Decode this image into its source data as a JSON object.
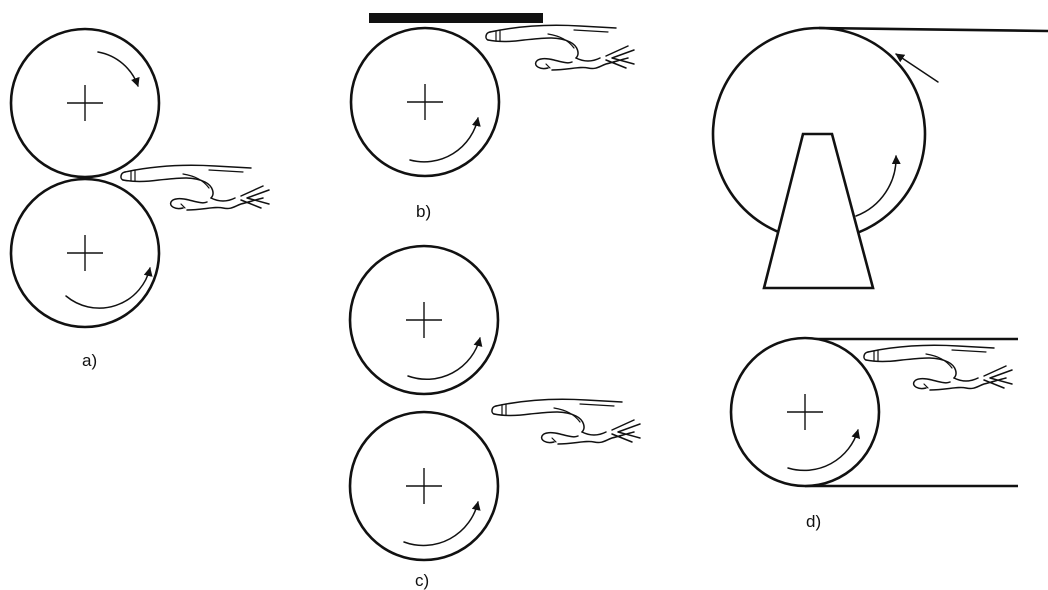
{
  "figures": [
    {
      "label": "a)"
    },
    {
      "label": "b)"
    },
    {
      "label": "c)"
    },
    {
      "label": "d)"
    }
  ]
}
